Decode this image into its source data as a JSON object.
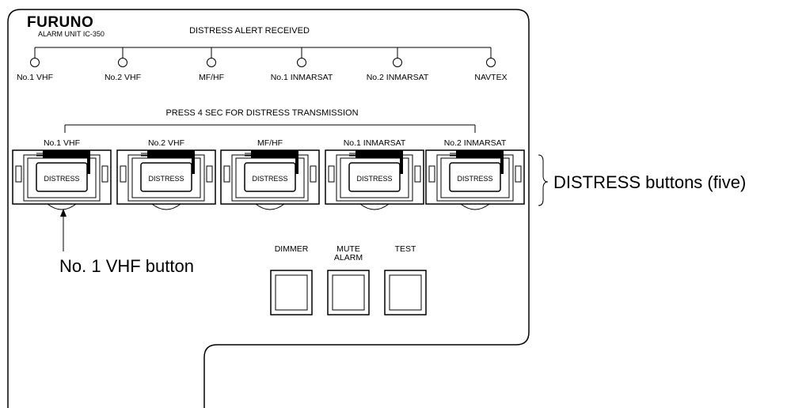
{
  "panel": {
    "brand": "FURUNO",
    "model": "ALARM UNIT  IC-350",
    "alert_header": "DISTRESS ALERT RECEIVED",
    "lamps": [
      "No.1 VHF",
      "No.2 VHF",
      "MF/HF",
      "No.1 INMARSAT",
      "No.2 INMARSAT",
      "NAVTEX"
    ],
    "press_header": "PRESS 4 SEC FOR DISTRESS TRANSMISSION",
    "distress_buttons": [
      {
        "channel": "No.1 VHF",
        "label": "DISTRESS"
      },
      {
        "channel": "No.2 VHF",
        "label": "DISTRESS"
      },
      {
        "channel": "MF/HF",
        "label": "DISTRESS"
      },
      {
        "channel": "No.1 INMARSAT",
        "label": "DISTRESS"
      },
      {
        "channel": "No.2 INMARSAT",
        "label": "DISTRESS"
      }
    ],
    "control_buttons": [
      {
        "line1": "DIMMER",
        "line2": ""
      },
      {
        "line1": "MUTE",
        "line2": "ALARM"
      },
      {
        "line1": "TEST",
        "line2": ""
      }
    ]
  },
  "callouts": {
    "distress_buttons": "DISTRESS buttons (five)",
    "vhf_button": "No. 1 VHF button"
  }
}
